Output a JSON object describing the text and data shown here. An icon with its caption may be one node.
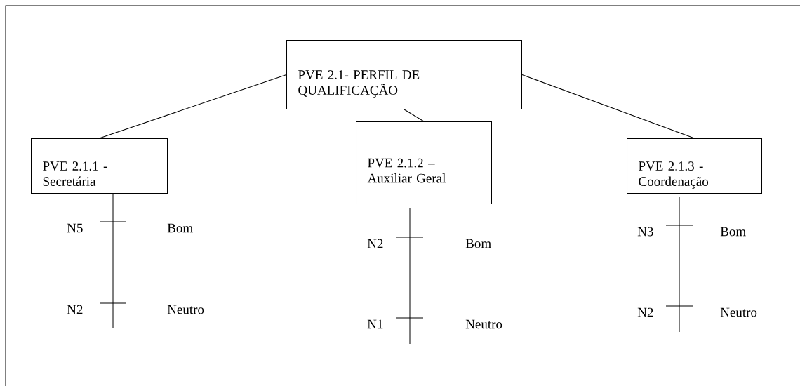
{
  "diagram": {
    "nodes": [
      {
        "text": [
          "PVE 2.1- PERFIL DE QUALIFICAÇÃO"
        ]
      },
      {
        "text": [
          "PVE 2.1.1 - Secretária"
        ]
      },
      {
        "text": [
          "PVE 2.1.2 – Auxiliar Geral"
        ]
      },
      {
        "text": [
          "PVE 2.1.3 - Coordenação"
        ]
      }
    ],
    "edges": [
      {
        "from": 0,
        "to": 1,
        "arrow": "none"
      },
      {
        "from": 0,
        "to": 2,
        "arrow": "none"
      },
      {
        "from": 0,
        "to": 3,
        "arrow": "none"
      }
    ],
    "labels": [
      "N5",
      "Bom",
      "N2",
      "Neutro",
      "N2",
      "Bom",
      "N1",
      "Neutro",
      "N3",
      "Bom",
      "N2",
      "Neutro"
    ]
  }
}
